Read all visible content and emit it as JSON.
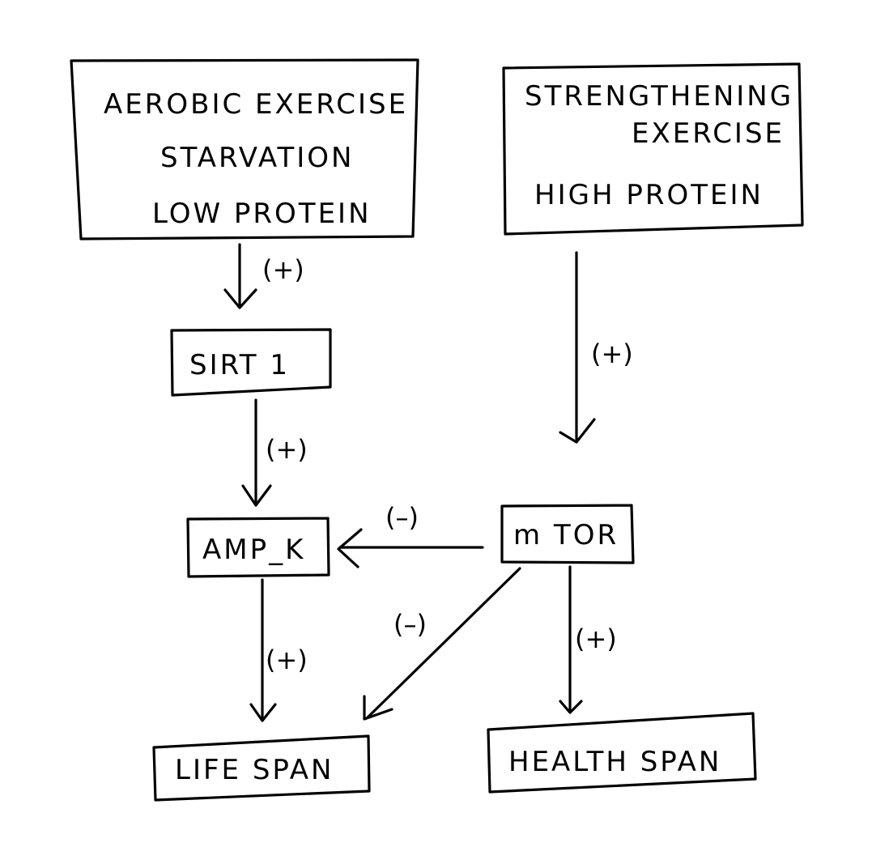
{
  "nodes": {
    "left_top": {
      "lines": [
        "AEROBIC  EXERCISE",
        "STARVATION",
        "LOW   PROTEIN"
      ]
    },
    "right_top": {
      "lines": [
        "STRENGTHENING",
        "EXERCISE",
        "HIGH    PROTEIN"
      ]
    },
    "sirt1": {
      "label": "SIRT 1"
    },
    "ampk": {
      "label": "AMP_K"
    },
    "mtor": {
      "label": "m TOR"
    },
    "lifespan": {
      "label": "LIFE SPAN"
    },
    "healthspan": {
      "label": "HEALTH SPAN"
    }
  },
  "edges": {
    "left_to_sirt1": {
      "sign": "(+)"
    },
    "sirt1_to_ampk": {
      "sign": "(+)"
    },
    "right_to_mtor": {
      "sign": "(+)"
    },
    "mtor_to_ampk": {
      "sign": "(–)"
    },
    "ampk_to_lifespan": {
      "sign": "(+)"
    },
    "mtor_to_lifespan": {
      "sign": "(–)"
    },
    "mtor_to_healthspan": {
      "sign": "(+)"
    }
  }
}
